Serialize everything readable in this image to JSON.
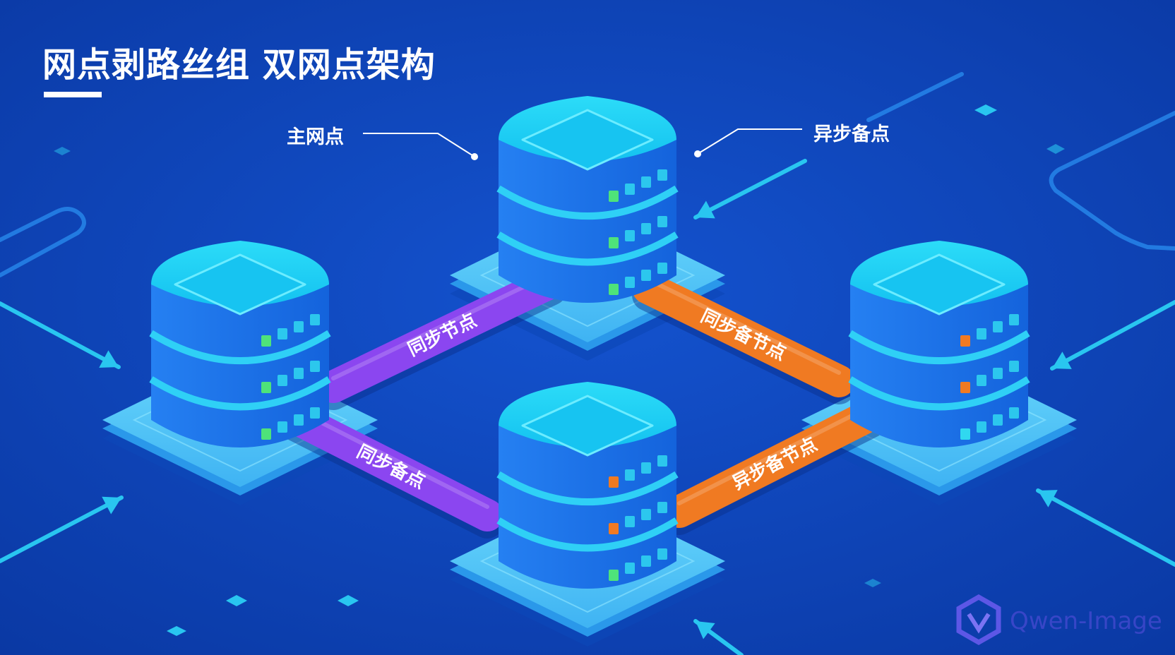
{
  "title": "网点剥路丝组 双网点架构",
  "callouts": {
    "main_node": "主网点",
    "async_backup": "异步备点"
  },
  "links": [
    {
      "id": "top-left",
      "label": "同步节点",
      "color": "#8b46f0"
    },
    {
      "id": "bottom-left",
      "label": "同步备点",
      "color": "#8b46f0"
    },
    {
      "id": "top-right",
      "label": "同步备节点",
      "color": "#f07a22"
    },
    {
      "id": "bottom-right",
      "label": "异步备节点",
      "color": "#f07a22"
    }
  ],
  "servers": {
    "top": {
      "leds": [
        "#4ee37a",
        "#4ee37a",
        "#4ee37a"
      ]
    },
    "left": {
      "leds": [
        "#4ee37a",
        "#4ee37a",
        "#4ee37a"
      ]
    },
    "right": {
      "leds": [
        "#f07a22",
        "#f07a22",
        "#30d8f0"
      ]
    },
    "bottom": {
      "leds": [
        "#f07a22",
        "#f07a22",
        "#4ee37a"
      ]
    }
  },
  "colors": {
    "background": "#0b3fb0",
    "server_body": "#1a74ee",
    "server_top": "#22d2f6",
    "platform": "#4ec4f6",
    "purple_link": "#8b46f0",
    "orange_link": "#f07a22"
  },
  "watermark": {
    "text": "Qwen-Image"
  }
}
